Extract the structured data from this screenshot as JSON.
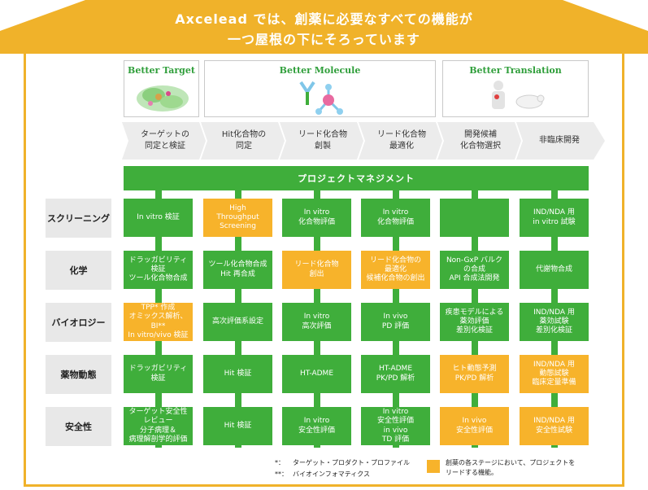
{
  "header": {
    "line1": "Axcelead では、創薬に必要なすべての機能が",
    "line2": "一つ屋根の下にそろっています"
  },
  "colors": {
    "green": "#3fae3b",
    "orange": "#f7b32b",
    "roof": "#f0b22a",
    "label_bg": "#e8e8e8"
  },
  "categories": {
    "target": "Better Target",
    "molecule": "Better Molecule",
    "translation": "Better Translation"
  },
  "stages": [
    "ターゲットの\n同定と検証",
    "Hit化合物の\n同定",
    "リード化合物\n創製",
    "リード化合物\n最適化",
    "開発候補\n化合物選択",
    "非臨床開発"
  ],
  "project_management": "プロジェクトマネジメント",
  "rows": [
    {
      "label": "スクリーニング",
      "cells": [
        {
          "text": "In vitro 検証",
          "color": "green"
        },
        {
          "text": "High\nThroughput\nScreening",
          "color": "orange"
        },
        {
          "text": "In vitro\n化合物評価",
          "color": "green"
        },
        {
          "text": "In vitro\n化合物評価",
          "color": "green"
        },
        {
          "text": "",
          "color": "green"
        },
        {
          "text": "IND/NDA 用\nin vitro 試験",
          "color": "green"
        }
      ]
    },
    {
      "label": "化学",
      "cells": [
        {
          "text": "ドラッガビリティ\n検証\nツール化合物合成",
          "color": "green"
        },
        {
          "text": "ツール化合物合成\nHit 再合成",
          "color": "green"
        },
        {
          "text": "リード化合物\n創出",
          "color": "orange"
        },
        {
          "text": "リード化合物の\n最適化\n候補化合物の創出",
          "color": "orange"
        },
        {
          "text": "Non-GxP バルク\nの合成\nAPI 合成法開発",
          "color": "green"
        },
        {
          "text": "代謝物合成",
          "color": "green"
        }
      ]
    },
    {
      "label": "バイオロジー",
      "cells": [
        {
          "text": "TPP* 作成\nオミックス解析、\nBI**\nIn vitro/vivo 検証",
          "color": "orange"
        },
        {
          "text": "高次評価系設定",
          "color": "green"
        },
        {
          "text": "In vitro\n高次評価",
          "color": "green"
        },
        {
          "text": "In vivo\nPD 評価",
          "color": "green"
        },
        {
          "text": "疾患モデルによる\n薬効評価\n差別化検証",
          "color": "green"
        },
        {
          "text": "IND/NDA 用\n薬効試験\n差別化検証",
          "color": "green"
        }
      ]
    },
    {
      "label": "薬物動態",
      "cells": [
        {
          "text": "ドラッガビリティ\n検証",
          "color": "green"
        },
        {
          "text": "Hit 検証",
          "color": "green"
        },
        {
          "text": "HT-ADME",
          "color": "green"
        },
        {
          "text": "HT-ADME\nPK/PD 解析",
          "color": "green"
        },
        {
          "text": "ヒト動態予測\nPK/PD 解析",
          "color": "orange"
        },
        {
          "text": "IND/NDA 用\n動態試験\n臨床定量準備",
          "color": "orange"
        }
      ]
    },
    {
      "label": "安全性",
      "cells": [
        {
          "text": "ターゲット安全性\nレビュー\n分子病理＆\n病理解剖学的評価",
          "color": "green"
        },
        {
          "text": "Hit 検証",
          "color": "green"
        },
        {
          "text": "In vitro\n安全性評価",
          "color": "green"
        },
        {
          "text": "In vitro\n安全性評価\nin vivo\nTD 評価",
          "color": "green"
        },
        {
          "text": "In vivo\n安全性評価",
          "color": "orange"
        },
        {
          "text": "IND/NDA 用\n安全性試験",
          "color": "orange"
        }
      ]
    }
  ],
  "footnotes": {
    "note1_mark": "*：",
    "note1": "ターゲット・プロダクト・プロファイル",
    "note2_mark": "**：",
    "note2": "バイオインフォマティクス",
    "legend": "創薬の各ステージにおいて、プロジェクトを\nリードする機能。"
  }
}
